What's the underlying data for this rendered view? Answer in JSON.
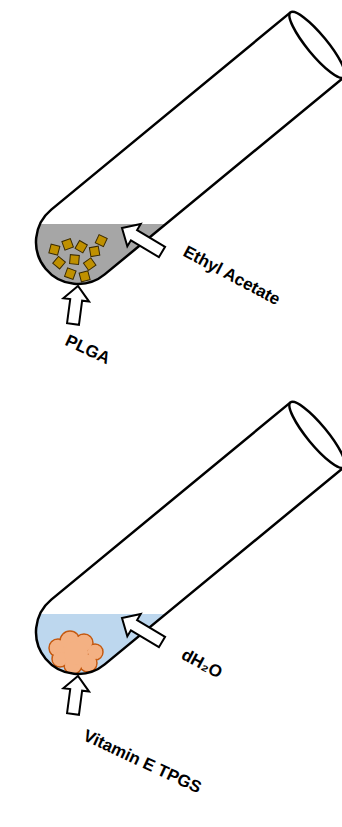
{
  "diagram": {
    "labels": [
      "Ethyl Acetate",
      "PLGA",
      "dH₂O",
      "Vitamin E TPGS"
    ]
  }
}
